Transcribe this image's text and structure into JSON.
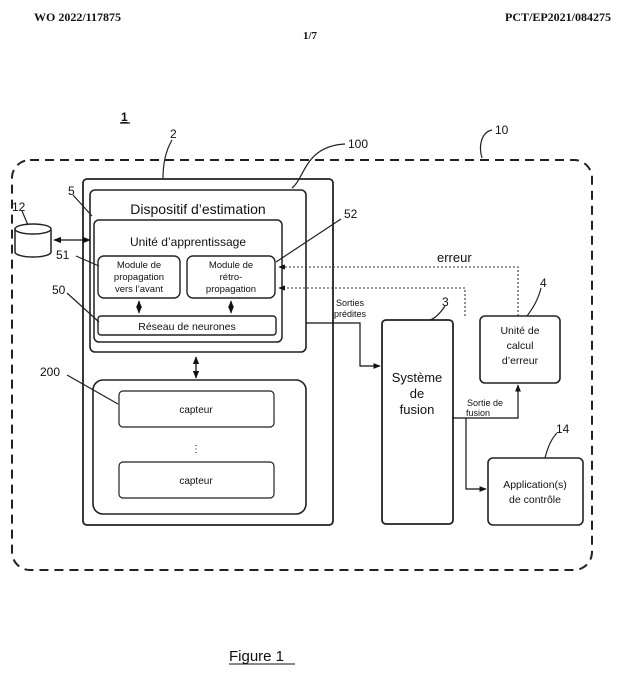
{
  "header": {
    "publication_number": "WO 2022/117875",
    "application_number": "PCT/EP2021/084275",
    "page_indicator": "1/7"
  },
  "diagram": {
    "figure_index": "1",
    "boxes": {
      "estimation_device": "Dispositif d’estimation",
      "learning_unit": "Unité d’apprentissage",
      "forward_module": [
        "Module de",
        "propagation",
        "vers l’avant"
      ],
      "backprop_module": [
        "Module de",
        "rétro-",
        "propagation"
      ],
      "neural_network": "Réseau de neurones",
      "sensor_top": "capteur",
      "sensor_ellipsis": "⋮",
      "sensor_bottom": "capteur",
      "fusion_system": [
        "Système",
        "de",
        "fusion"
      ],
      "error_unit": [
        "Unité de",
        "calcul",
        "d’erreur"
      ],
      "control_apps": [
        "Application(s)",
        "de contrôle"
      ]
    },
    "edge_labels": {
      "error": "erreur",
      "predicted_outputs": [
        "Sorties",
        "prédites"
      ],
      "fusion_output": [
        "Sortie de",
        "fusion"
      ]
    },
    "reference_numerals": {
      "r2": "2",
      "r100": "100",
      "r10": "10",
      "r5": "5",
      "r12": "12",
      "r52": "52",
      "r51": "51",
      "r50": "50",
      "r4": "4",
      "r3": "3",
      "r200": "200",
      "r14": "14"
    }
  },
  "caption": "Figure 1"
}
